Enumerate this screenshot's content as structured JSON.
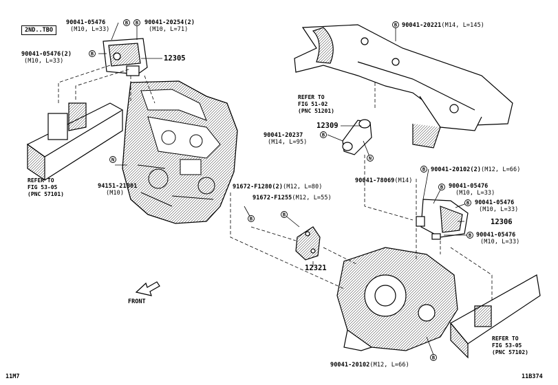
{
  "diagram": {
    "badge": "2ND..TBO",
    "corner_left": "11M7",
    "corner_right": "11B374",
    "front_label": "FRONT",
    "callout_symbols": {
      "B": "B",
      "N": "N"
    },
    "part_labels": [
      {
        "id": "p1",
        "part": "90041-05476",
        "spec": "(M10, L=33)"
      },
      {
        "id": "p2",
        "part": "90041-20254(2)",
        "spec": "(M10, L=71)"
      },
      {
        "id": "p3",
        "part": "90041-05476(2)",
        "spec": "(M10, L=33)"
      },
      {
        "id": "p4",
        "part": "90041-20221",
        "spec": "(M14, L=145)"
      },
      {
        "id": "p5",
        "part": "90041-20237",
        "spec": "(M14, L=95)"
      },
      {
        "id": "p6",
        "part": "90041-78069",
        "spec": "(M14)"
      },
      {
        "id": "p7",
        "part": "94151-21001",
        "spec": "(M10)"
      },
      {
        "id": "p8",
        "part": "91672-F1280(2)",
        "spec": "(M12, L=80)"
      },
      {
        "id": "p9",
        "part": "91672-F1255",
        "spec": "(M12, L=55)"
      },
      {
        "id": "p10",
        "part": "90041-20102(2)",
        "spec": "(M12, L=66)"
      },
      {
        "id": "p11",
        "part": "90041-05476",
        "spec": "(M10, L=33)"
      },
      {
        "id": "p12",
        "part": "90041-05476",
        "spec": "(M10, L=33)"
      },
      {
        "id": "p13",
        "part": "90041-05476",
        "spec": "(M10, L=33)"
      },
      {
        "id": "p14",
        "part": "90041-20102",
        "spec": "(M12, L=66)"
      }
    ],
    "assemblies": [
      {
        "id": "a12305",
        "label": "12305"
      },
      {
        "id": "a12309",
        "label": "12309"
      },
      {
        "id": "a12306",
        "label": "12306"
      },
      {
        "id": "a12321",
        "label": "12321"
      }
    ],
    "references": [
      {
        "id": "r1",
        "line1": "REFER TO",
        "line2": "FIG 51-02",
        "line3": "(PNC 51201)"
      },
      {
        "id": "r2",
        "line1": "REFER TO",
        "line2": "FIG 53-05",
        "line3": "(PNC 57101)"
      },
      {
        "id": "r3",
        "line1": "REFER TO",
        "line2": "FIG 53-05",
        "line3": "(PNC 57102)"
      }
    ]
  }
}
